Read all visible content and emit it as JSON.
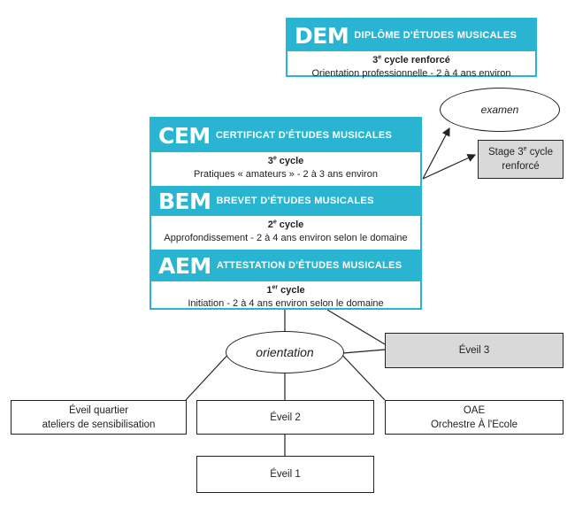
{
  "dem": {
    "abbr": "DEM",
    "name": "DIPLÔME D'ÉTUDES MUSICALES",
    "cycle_num": "3",
    "cycle_sup": "e",
    "cycle_text": " cycle renforcé",
    "desc": "Orientation professionnelle - 2 à 4 ans environ"
  },
  "cem": {
    "abbr": "CEM",
    "name": "CERTIFICAT D'ÉTUDES MUSICALES",
    "cycle_num": "3",
    "cycle_sup": "e",
    "cycle_text": " cycle",
    "desc": "Pratiques « amateurs » - 2 à 3 ans environ"
  },
  "bem": {
    "abbr": "BEM",
    "name": "BREVET D'ÉTUDES MUSICALES",
    "cycle_num": "2",
    "cycle_sup": "e",
    "cycle_text": " cycle",
    "desc": "Approfondissement - 2 à 4 ans environ selon le domaine"
  },
  "aem": {
    "abbr": "AEM",
    "name": "ATTESTATION D'ÉTUDES MUSICALES",
    "cycle_num": "1",
    "cycle_sup": "er",
    "cycle_text": " cycle",
    "desc": "Initiation - 2 à 4 ans environ selon le domaine"
  },
  "examen": "examen",
  "stage": {
    "line1_pre": "Stage 3",
    "line1_sup": "e",
    "line1_post": " cycle",
    "line2": "renforcé"
  },
  "orientation": "orientation",
  "eveil3": "Éveil 3",
  "eveil_quartier": {
    "line1": "Éveil quartier",
    "line2": "ateliers de sensibilisation"
  },
  "eveil2": "Éveil 2",
  "oae": {
    "line1": "OAE",
    "line2": "Orchestre À l'Ecole"
  },
  "eveil1": "Éveil 1",
  "colors": {
    "accent": "#29b5d1",
    "grey_box": "#d9d9d9",
    "line": "#222222"
  }
}
